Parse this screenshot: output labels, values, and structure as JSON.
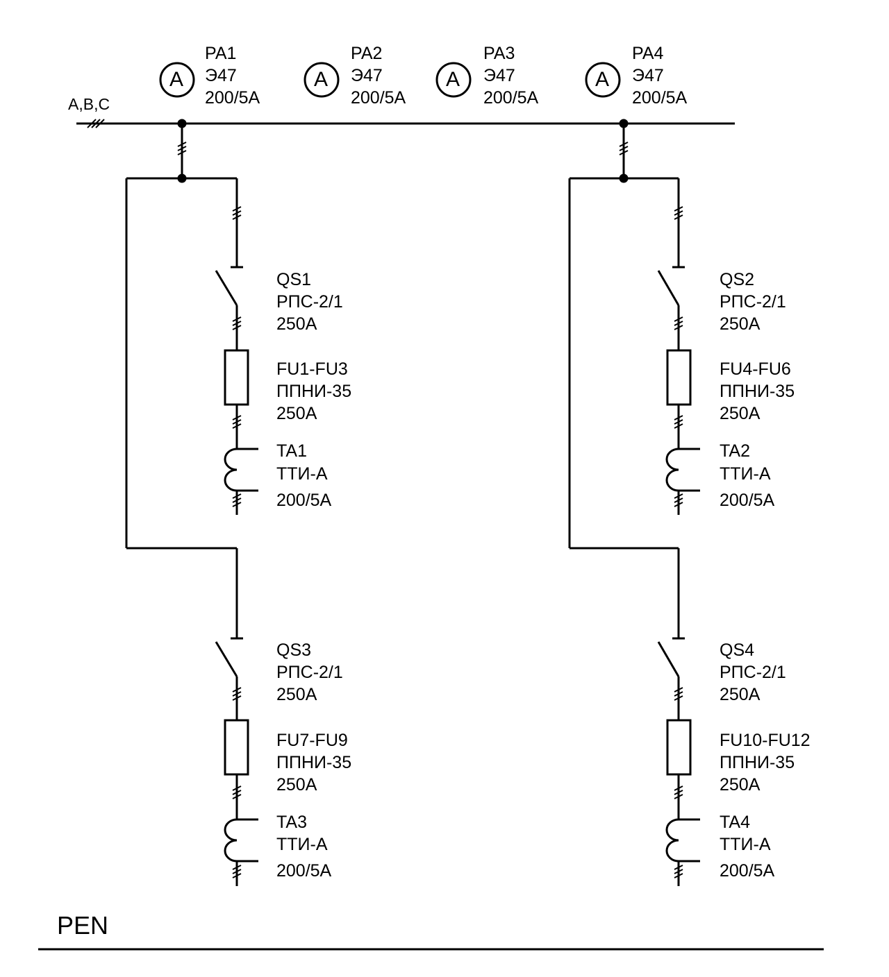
{
  "bus_label": "A,B,C",
  "ammeters": [
    {
      "symbol": "A",
      "lines": [
        "PA1",
        "Э47",
        "200/5A"
      ]
    },
    {
      "symbol": "A",
      "lines": [
        "PA2",
        "Э47",
        "200/5A"
      ]
    },
    {
      "symbol": "A",
      "lines": [
        "PA3",
        "Э47",
        "200/5A"
      ]
    },
    {
      "symbol": "A",
      "lines": [
        "PA4",
        "Э47",
        "200/5A"
      ]
    }
  ],
  "switches": [
    {
      "lines": [
        "QS1",
        "РПС-2/1",
        "250A"
      ]
    },
    {
      "lines": [
        "QS2",
        "РПС-2/1",
        "250A"
      ]
    },
    {
      "lines": [
        "QS3",
        "РПС-2/1",
        "250A"
      ]
    },
    {
      "lines": [
        "QS4",
        "РПС-2/1",
        "250A"
      ]
    }
  ],
  "fuses": [
    {
      "lines": [
        "FU1-FU3",
        "ППНИ-35",
        "250A"
      ]
    },
    {
      "lines": [
        "FU4-FU6",
        "ППНИ-35",
        "250A"
      ]
    },
    {
      "lines": [
        "FU7-FU9",
        "ППНИ-35",
        "250A"
      ]
    },
    {
      "lines": [
        "FU10-FU12",
        "ППНИ-35",
        "250A"
      ]
    }
  ],
  "transformers": [
    {
      "lines": [
        "TA1",
        "ТТИ-А",
        "200/5A"
      ]
    },
    {
      "lines": [
        "TA2",
        "ТТИ-А",
        "200/5A"
      ]
    },
    {
      "lines": [
        "TA3",
        "ТТИ-А",
        "200/5A"
      ]
    },
    {
      "lines": [
        "TA4",
        "ТТИ-А",
        "200/5A"
      ]
    }
  ],
  "pen_label": "PEN",
  "colors": {
    "line": "#000000",
    "background": "#ffffff"
  }
}
